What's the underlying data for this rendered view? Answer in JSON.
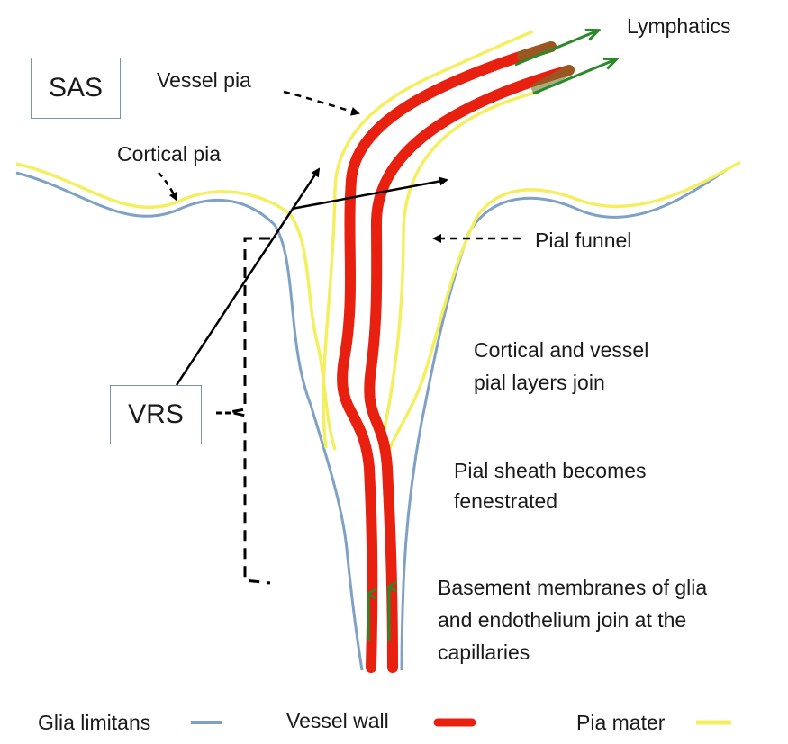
{
  "boxes": {
    "sas": "SAS",
    "vrs": "VRS"
  },
  "labels": {
    "lymphatics": "Lymphatics",
    "vessel_pia": "Vessel  pia",
    "cortical_pia": "Cortical pia",
    "pial_funnel": "Pial funnel",
    "join_line1": "Cortical and vessel",
    "join_line2": "pial layers  join",
    "fenestrated_line1": "Pial sheath becomes",
    "fenestrated_line2": "fenestrated",
    "basement_line1": "Basement membranes of glia",
    "basement_line2": "and  endothelium  join at the",
    "basement_line3": "capillaries"
  },
  "legend": [
    {
      "label": "Glia limitans",
      "color": "#7fa1c6"
    },
    {
      "label": "Vessel wall",
      "color": "#e8200f"
    },
    {
      "label": "Pia mater",
      "color": "#f4ef5f"
    }
  ],
  "colors": {
    "glia": "#7fa1c6",
    "vessel": "#e8200f",
    "pia": "#f4ef5f",
    "arrow_green": "#2a8a2a"
  }
}
